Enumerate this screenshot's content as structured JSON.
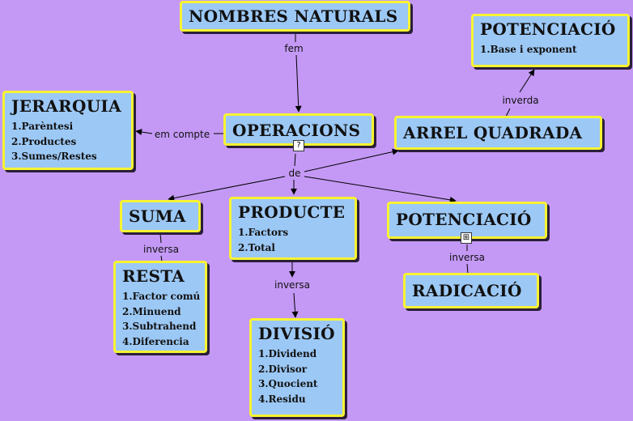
{
  "nodes": {
    "nombres": {
      "title": "NOMBRES NATURALS"
    },
    "potenciacio_top": {
      "title": "POTENCIACIÓ",
      "items": [
        "1.Base i exponent"
      ]
    },
    "jerarquia": {
      "title": "JERARQUIA",
      "items": [
        "1.Parèntesi",
        "2.Productes",
        "3.Sumes/Restes"
      ]
    },
    "operacions": {
      "title": "OPERACIONS"
    },
    "arrel": {
      "title": "ARREL QUADRADA"
    },
    "suma": {
      "title": "SUMA"
    },
    "producte": {
      "title": "PRODUCTE",
      "items": [
        "1.Factors",
        "2.Total"
      ]
    },
    "potenciacio": {
      "title": "POTENCIACIÓ"
    },
    "resta": {
      "title": "RESTA",
      "items": [
        "1.Factor comú",
        "2.Minuend",
        "3.Subtrahend",
        "4.Diferencia"
      ]
    },
    "radicacio": {
      "title": "RADICACIÓ"
    },
    "divisio": {
      "title": "DIVISIÓ",
      "items": [
        "1.Dividend",
        "2.Divisor",
        "3.Quocient",
        "4.Residu"
      ]
    }
  },
  "links": {
    "fem": "fem",
    "inverda": "inverda",
    "em_compte": "em compte",
    "de": "de",
    "inversa_suma": "inversa",
    "inversa_producte": "inversa",
    "inversa_potenciacio": "inversa"
  },
  "badges": {
    "operacions": "document-icon",
    "potenciacio": "map-icon"
  },
  "colors": {
    "background": "#c499f5",
    "node_fill": "#9cc8f5",
    "node_border": "#f7f332"
  }
}
